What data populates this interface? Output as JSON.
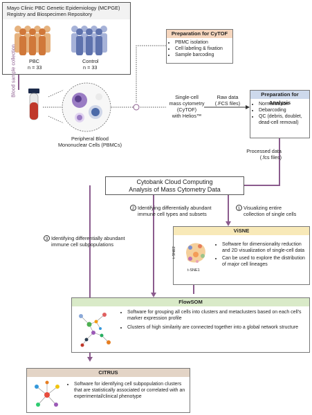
{
  "registry": {
    "title_line1": "Mayo Clinic PBC Genetic Epidemiology (MCPGE)",
    "title_line2": "Registry and Biospecimen Repository",
    "groups": [
      {
        "label": "PBC",
        "n": "n = 33"
      },
      {
        "label": "Control",
        "n": "n = 33"
      }
    ]
  },
  "blood_sample_label": "Blood sample collection",
  "pbmc_label_line1": "Peripheral Blood",
  "pbmc_label_line2": "Mononuclear Cells (PBMCs)",
  "cytof_prep": {
    "title": "Preparation for CyTOF",
    "items": [
      "PBMC isolation",
      "Cell labeling & fixation",
      "Sample barcoding"
    ]
  },
  "cytof_label": [
    "Single-cell",
    "mass cytometry",
    "(CyTOF)",
    "with Helios™"
  ],
  "raw_data_label": [
    "Raw data",
    "(.FCS files)"
  ],
  "analysis_prep": {
    "title": "Preparation for Analysis",
    "items": [
      "Normalization",
      "Debarcoding",
      "QC (debris, doublet, dead-cell removal)"
    ]
  },
  "processed_label": [
    "Processed data",
    "(.fcs files)"
  ],
  "cytobank": {
    "line1": "Cytobank Cloud Computing",
    "line2": "Analysis of Mass Cytometry Data"
  },
  "steps": [
    {
      "num": "1",
      "text": [
        "Visualizing entire",
        "collection of single cells"
      ]
    },
    {
      "num": "2",
      "text": [
        "Identifying differentially abundant",
        "immune cell types and subsets"
      ]
    },
    {
      "num": "3",
      "text": [
        "Identifying differentially abundant",
        "immune cell subpopulations"
      ]
    }
  ],
  "visne": {
    "title": "ViSNE",
    "axis_y": "t-SNE2",
    "axis_x": "t-SNE1",
    "items": [
      "Software for dimensionality reduction and 2D visualization of single-cell data",
      "Can be used to explore the distribution of major cell lineages"
    ]
  },
  "flowsom": {
    "title": "FlowSOM",
    "items": [
      "Software for grouping all cells into clusters and metaclusters based on each cell's marker expression profile",
      "Clusters of high similarity are connected together into a global network structure"
    ]
  },
  "citrus": {
    "title": "CITRUS",
    "items": [
      "Software for identifying cell subpopulation clusters that are statistically associated or correlated with an experimental/clinical phenotype"
    ]
  },
  "colors": {
    "registry_header": "#f2f2f2",
    "cytof_prep": "#f6d6be",
    "analysis_prep": "#cdd9ec",
    "visne": "#f8e9b8",
    "flowsom": "#d9eac8",
    "citrus": "#e3d4c6",
    "purple_line": "#8b5b8d",
    "pbc_people": "#d98e4a",
    "control_people": "#6a7fb8"
  }
}
